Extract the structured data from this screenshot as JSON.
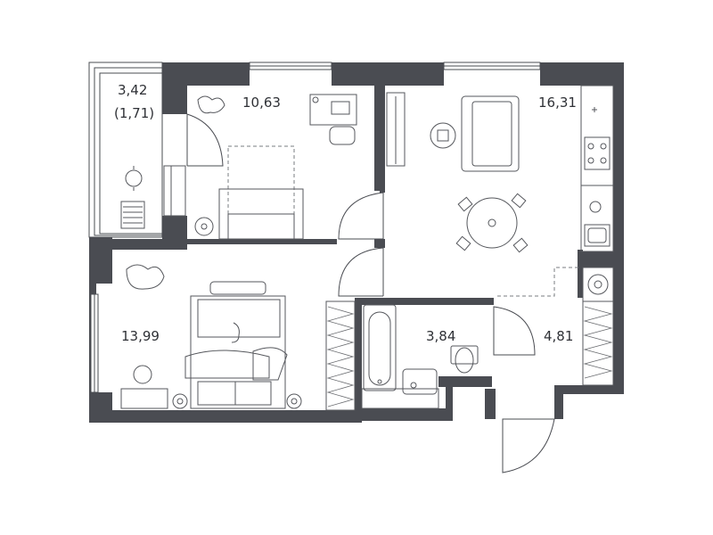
{
  "plan": {
    "rooms": [
      {
        "id": "balcony",
        "area": "3,42",
        "reduced_area": "(1,71)"
      },
      {
        "id": "bedroom_upper",
        "area": "10,63"
      },
      {
        "id": "living_kitchen",
        "area": "16,31"
      },
      {
        "id": "bedroom_lower",
        "area": "13,99"
      },
      {
        "id": "bathroom",
        "area": "3,84"
      },
      {
        "id": "hallway",
        "area": "4,81"
      }
    ]
  }
}
